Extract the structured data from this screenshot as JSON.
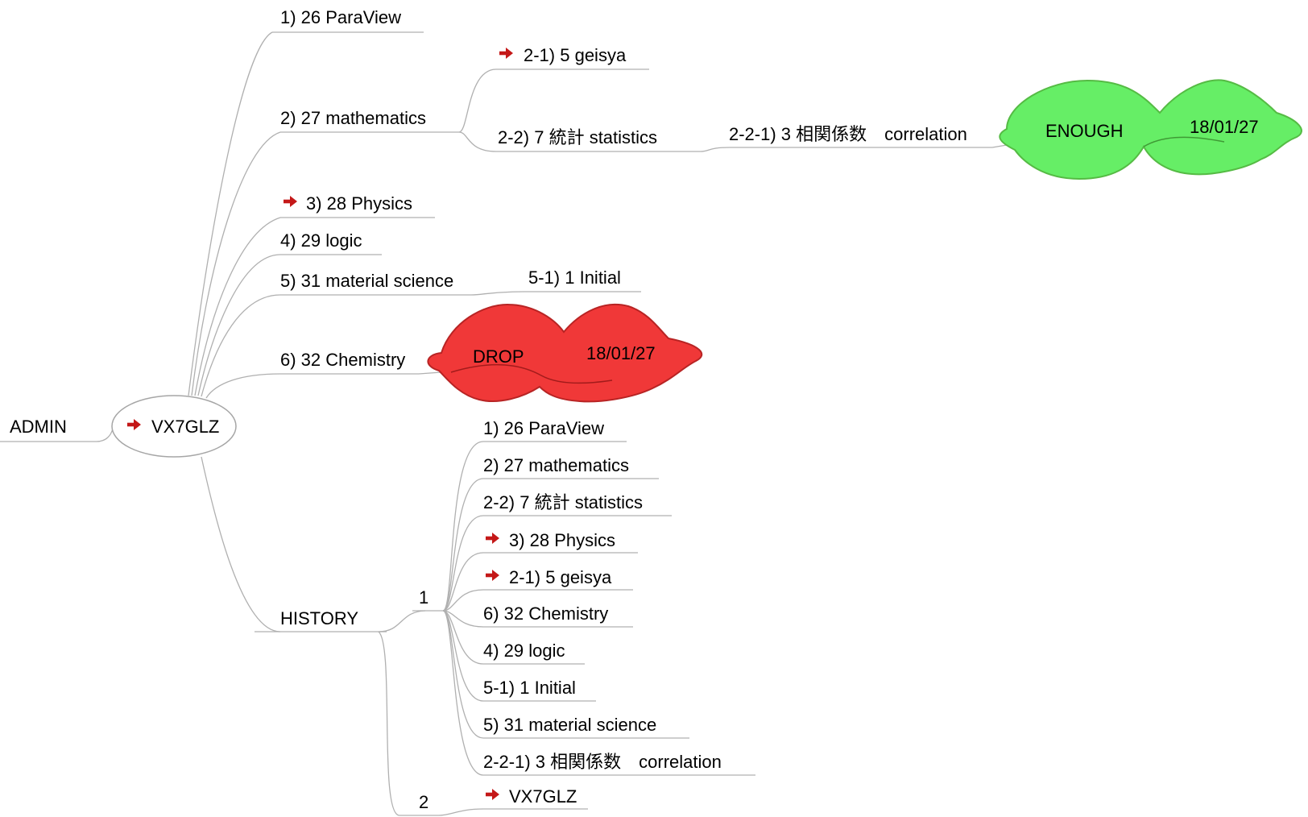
{
  "colors": {
    "line": "#b0b0b0",
    "arrow": "#c41818",
    "enough_fill": "#66ee66",
    "drop_fill": "#f03838"
  },
  "admin": {
    "label": "ADMIN"
  },
  "root": {
    "label": "VX7GLZ",
    "icon": "red-arrow-icon"
  },
  "topics": {
    "paraview": "1) 26 ParaView",
    "mathematics": "2) 27 mathematics",
    "geisya": "2-1) 5 geisya",
    "statistics": "2-2) 7 統計 statistics",
    "correlation": "2-2-1) 3 相関係数　correlation",
    "physics": "3) 28 Physics",
    "logic": "4) 29 logic",
    "material_science": "5) 31 material science",
    "initial": "5-1) 1 Initial",
    "chemistry": "6) 32 Chemistry"
  },
  "clouds": {
    "enough": {
      "status": "ENOUGH",
      "date": "18/01/27"
    },
    "drop": {
      "status": "DROP",
      "date": "18/01/27"
    }
  },
  "history": {
    "label": "HISTORY",
    "group1": {
      "label": "1",
      "items": [
        "1) 26 ParaView",
        "2) 27 mathematics",
        "2-2) 7 統計 statistics",
        "3) 28 Physics",
        "2-1) 5 geisya",
        "6) 32 Chemistry",
        "4) 29 logic",
        "5-1) 1 Initial",
        "5) 31 material science",
        "2-2-1) 3 相関係数　correlation"
      ]
    },
    "group2": {
      "label": "2",
      "items": [
        "VX7GLZ"
      ]
    }
  }
}
